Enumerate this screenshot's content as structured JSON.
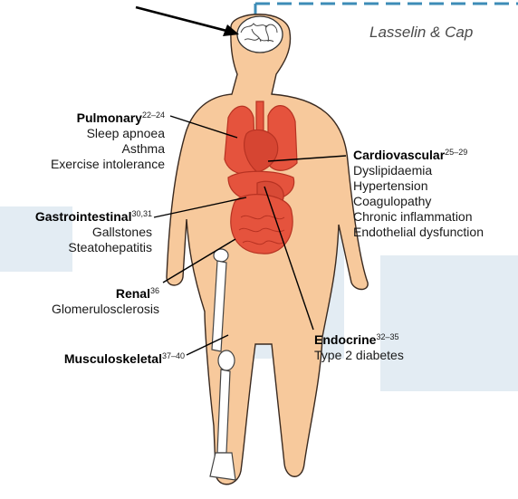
{
  "credit": "Lasselin & Cap",
  "colors": {
    "skin": "#f7c99c",
    "organ": "#e5533d",
    "organ_dark": "#b73222",
    "banner": "#3d8cb7"
  },
  "labels": {
    "pulmonary": {
      "title": "Pulmonary",
      "refs": "22–24",
      "items": [
        "Sleep apnoea",
        "Asthma",
        "Exercise intolerance"
      ]
    },
    "cardiovascular": {
      "title": "Cardiovascular",
      "refs": "25–29",
      "items": [
        "Dyslipidaemia",
        "Hypertension",
        "Coagulopathy",
        "Chronic inflammation",
        "Endothelial dysfunction"
      ]
    },
    "gastrointestinal": {
      "title": "Gastrointestinal",
      "refs": "30,31",
      "items": [
        "Gallstones",
        "Steatohepatitis"
      ]
    },
    "renal": {
      "title": "Renal",
      "refs": "36",
      "items": [
        "Glomerulosclerosis"
      ]
    },
    "endocrine": {
      "title": "Endocrine",
      "refs": "32–35",
      "items": [
        "Type 2 diabetes"
      ]
    },
    "musculoskeletal": {
      "title": "Musculoskeletal",
      "refs": "37–40",
      "items": []
    }
  }
}
